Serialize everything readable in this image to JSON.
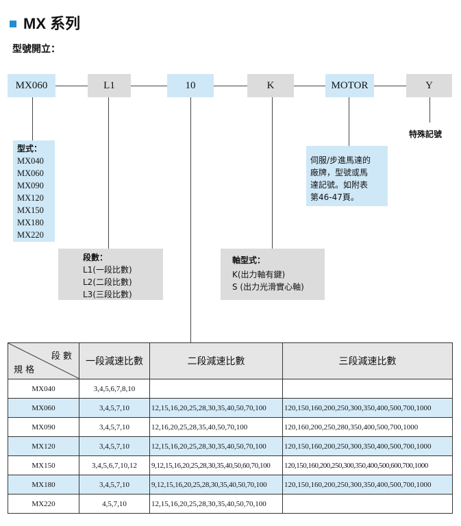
{
  "header": {
    "title": "MX 系列",
    "subtitle": "型號開立："
  },
  "colors": {
    "accent": "#1e8fd5",
    "blue_box": "#cfe8f7",
    "gray_box": "#dcdcdc"
  },
  "code": {
    "series": "MX060",
    "stage": "L1",
    "ratio": "10",
    "shaft": "K",
    "motor": "MOTOR",
    "special": "Y"
  },
  "descriptions": {
    "model": {
      "heading": "型式：",
      "items": [
        "MX040",
        "MX060",
        "MX090",
        "MX120",
        "MX150",
        "MX180",
        "MX220"
      ]
    },
    "stage": {
      "heading": "段數：",
      "items": [
        "L1(一段比數)",
        "L2(二段比數)",
        "L3(三段比數)"
      ]
    },
    "shaft": {
      "heading": "軸型式：",
      "items": [
        "K(出力軸有鍵)",
        "S (出力光滑實心軸)"
      ]
    },
    "motor": {
      "lines": [
        "伺服/步進馬達的",
        "廠牌，型號或馬",
        "達記號。如附表",
        "第46-47頁。"
      ]
    },
    "special": {
      "text": "特殊記號"
    }
  },
  "table": {
    "corner_top": "段 數",
    "corner_bottom": "規 格",
    "headers": [
      "一段減速比數",
      "二段減速比數",
      "三段減速比數"
    ],
    "rows": [
      {
        "model": "MX040",
        "one": "3,4,5,6,7,8,10",
        "two": "",
        "three": ""
      },
      {
        "model": "MX060",
        "one": "3,4,5,7,10",
        "two": "12,15,16,20,25,28,30,35,40,50,70,100",
        "three": "120,150,160,200,250,300,350,400,500,700,1000"
      },
      {
        "model": "MX090",
        "one": "3,4,5,7,10",
        "two": "12,16,20,25,28,35,40,50,70,100",
        "three": "120,160,200,250,280,350,400,500,700,1000"
      },
      {
        "model": "MX120",
        "one": "3,4,5,7,10",
        "two": "12,15,16,20,25,28,30,35,40,50,70,100",
        "three": "120,150,160,200,250,300,350,400,500,700,1000"
      },
      {
        "model": "MX150",
        "one": "3,4,5,6,7,10,12",
        "two": "9,12,15,16,20,25,28,30,35,40,50,60,70,100",
        "three": "120,150,160,200,250,300,350,400,500,600,700,1000"
      },
      {
        "model": "MX180",
        "one": "3,4,5,7,10",
        "two": "9,12,15,16,20,25,28,30,35,40,50,70,100",
        "three": "120,150,160,200,250,300,350,400,500,700,1000"
      },
      {
        "model": "MX220",
        "one": "4,5,7,10",
        "two": "12,15,16,20,25,28,30,35,40,50,70,100",
        "three": ""
      }
    ]
  }
}
